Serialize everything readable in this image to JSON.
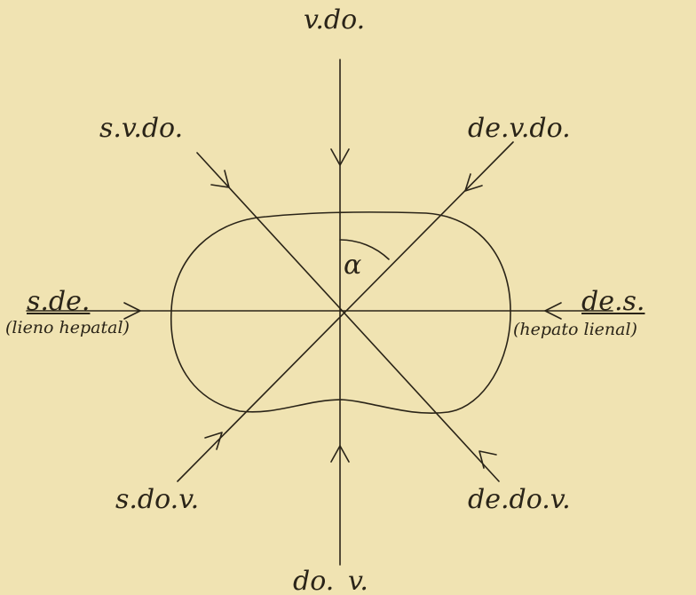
{
  "labels": {
    "ventral_dorsal": "v.do.",
    "sinister_ventral_dorsal": "s.v.do.",
    "dexter_ventral_dorsal": "de.v.do.",
    "sinister_dexter": "s.de.",
    "lieno_hepatal": "(lieno hepatal)",
    "dexter_sinister": "de.s.",
    "hepato_lienal": "(hepato lienal)",
    "sinister_dorsal_ventral": "s.do.v.",
    "dexter_dorsal_ventral": "de.do.v.",
    "dorsal_ventral_left": "do.",
    "dorsal_ventral_right": "v.",
    "angle": "α"
  },
  "colors": {
    "background": "#f0e3b2",
    "ink": "#2a2418"
  }
}
